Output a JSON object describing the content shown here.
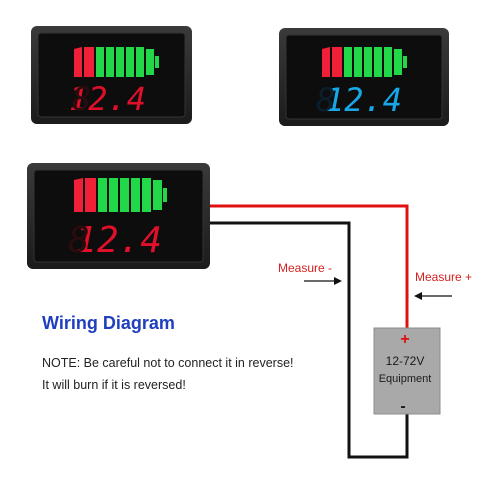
{
  "diagram": {
    "heading": "Wiring Diagram",
    "note_line1": "NOTE: Be careful not to connect it in reverse!",
    "note_line2": "It will burn if it is reversed!",
    "measure_minus_label": "Measure -",
    "measure_plus_label": "Measure +",
    "equipment_label_line1": "12-72V",
    "equipment_label_line2": "Equipment",
    "positive_symbol": "+",
    "negative_symbol": "-"
  },
  "meters": [
    {
      "id": "red-display-top-left",
      "reading": "12.4",
      "digit_color": "#e0102a",
      "bar_segments_red": 2,
      "bar_segments_green": 6
    },
    {
      "id": "blue-display-top-right",
      "reading": "12.4",
      "digit_color": "#18a8e8",
      "bar_segments_red": 2,
      "bar_segments_green": 6
    },
    {
      "id": "red-display-wired",
      "reading": "12.4",
      "digit_color": "#e0102a",
      "bar_segments_red": 2,
      "bar_segments_green": 6
    }
  ],
  "colors": {
    "positive_wire": "#e01010",
    "negative_wire": "#111111",
    "label_red": "#d42020",
    "heading_blue": "#1f3fbf",
    "battery_gray": "#a9a9a9",
    "bar_red": "#f02038",
    "bar_green": "#22d848"
  }
}
